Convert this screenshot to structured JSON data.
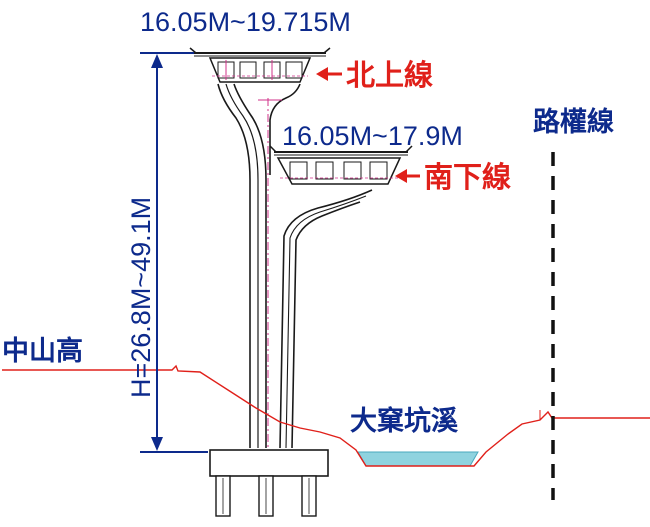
{
  "upper_deck": {
    "width_label": "16.05M~19.715M",
    "name": "北上線"
  },
  "lower_deck": {
    "width_label": "16.05M~17.9M",
    "name": "南下線"
  },
  "height_label": "H=26.8M~49.1M",
  "boundary_label": "路權線",
  "highway_label": "中山高",
  "creek_label": "大窠坑溪",
  "colors": {
    "dimension_blue": "#0d2a8c",
    "label_red": "#e0201a",
    "ground_red": "#e0201a",
    "water": "#8fd3df",
    "structure": "#1a1a1a"
  }
}
